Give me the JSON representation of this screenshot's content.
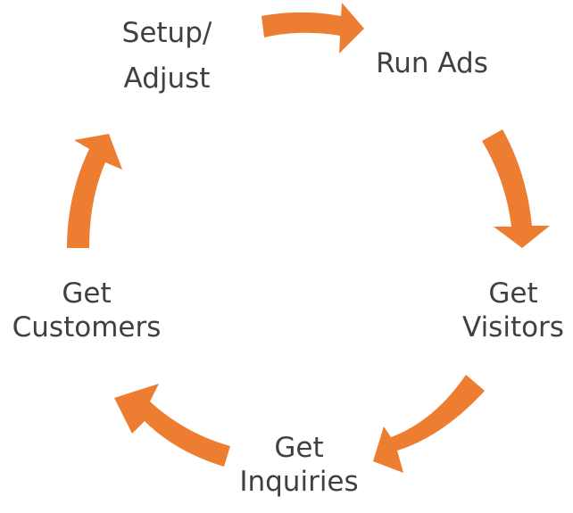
{
  "diagram": {
    "type": "cycle",
    "arrow_color": "#ED7D31",
    "text_color": "#404040",
    "steps": [
      {
        "id": "setup",
        "lines": [
          "Setup/",
          "Adjust"
        ]
      },
      {
        "id": "run-ads",
        "lines": [
          "Run Ads"
        ]
      },
      {
        "id": "get-visitors",
        "lines": [
          "Get",
          "Visitors"
        ]
      },
      {
        "id": "get-inquiries",
        "lines": [
          "Get",
          "Inquiries"
        ]
      },
      {
        "id": "get-customers",
        "lines": [
          "Get",
          "Customers"
        ]
      }
    ],
    "flow": [
      {
        "from": "Setup/Adjust",
        "to": "Run Ads"
      },
      {
        "from": "Run Ads",
        "to": "Get Visitors"
      },
      {
        "from": "Get Visitors",
        "to": "Get Inquiries"
      },
      {
        "from": "Get Inquiries",
        "to": "Get Customers"
      },
      {
        "from": "Get Customers",
        "to": "Setup/Adjust"
      }
    ]
  }
}
